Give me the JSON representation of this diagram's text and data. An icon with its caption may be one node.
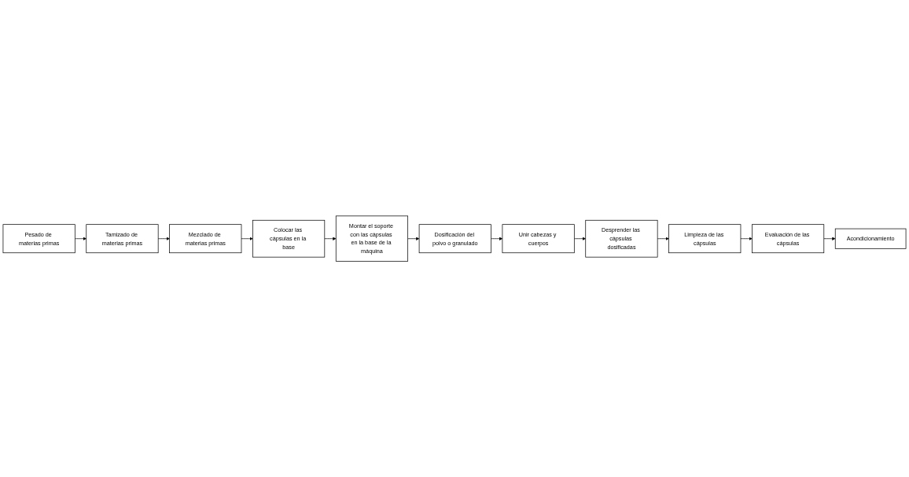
{
  "diagram": {
    "nodes": [
      {
        "text": [
          "Pesado de materias primas"
        ]
      },
      {
        "text": [
          "Tamizado de materias primas"
        ]
      },
      {
        "text": [
          "Mezclado de materias primas"
        ]
      },
      {
        "text": [
          "Colocar las cápsulas en la base"
        ]
      },
      {
        "text": [
          "Desprender las cápsulas dosificadas"
        ]
      },
      {
        "text": [
          "Unir cabezas y cuerpos"
        ]
      },
      {
        "text": [
          "Dosificación del polvo o granulado"
        ]
      },
      {
        "text": [
          "Montar el soporte con las cápsulas en la base de la máquina"
        ]
      },
      {
        "text": [
          "Limpieza de las cápsulas"
        ]
      },
      {
        "text": [
          "Evaluación de las cápsulas"
        ]
      },
      {
        "text": [
          "Acondicionamiento"
        ]
      }
    ],
    "edges": [
      {
        "from": 0,
        "to": 1,
        "arrow": "to"
      },
      {
        "from": 1,
        "to": 2,
        "arrow": "to"
      },
      {
        "from": 2,
        "to": 3,
        "arrow": "to"
      },
      {
        "from": 3,
        "to": 7,
        "arrow": "to"
      },
      {
        "from": 7,
        "to": 6,
        "arrow": "to"
      },
      {
        "from": 6,
        "to": 5,
        "arrow": "to"
      },
      {
        "from": 5,
        "to": 4,
        "arrow": "to"
      },
      {
        "from": 4,
        "to": 8,
        "arrow": "to"
      },
      {
        "from": 8,
        "to": 9,
        "arrow": "to"
      },
      {
        "from": 9,
        "to": 10,
        "arrow": "to"
      }
    ]
  }
}
